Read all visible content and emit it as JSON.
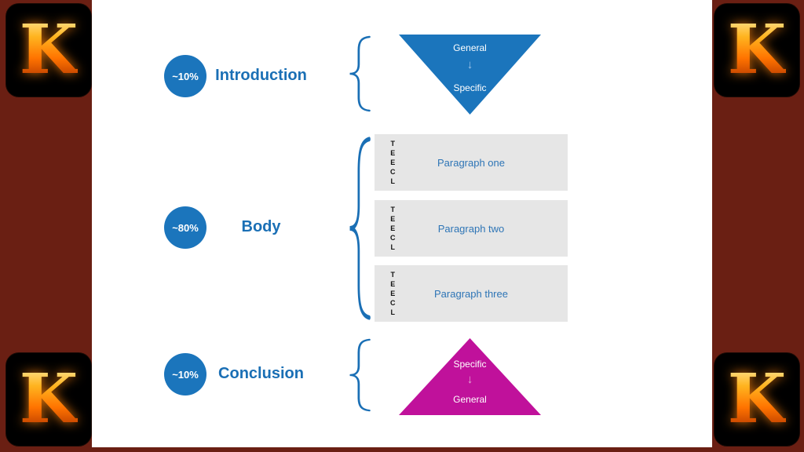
{
  "slide": {
    "background_color": "#6a1f13",
    "panel_color": "#ffffff",
    "accent_blue": "#1b75bc",
    "accent_magenta": "#c0119b",
    "box_gray": "#e6e6e6",
    "paragraph_text_color": "#2e75b6"
  },
  "logo": {
    "letter": "K"
  },
  "intro": {
    "percent": "~10%",
    "label": "Introduction",
    "triangle": {
      "top": "General",
      "arrow": "↓",
      "bottom": "Specific"
    }
  },
  "body": {
    "percent": "~80%",
    "label": "Body",
    "paragraphs": [
      {
        "tag": "T\nE\nE\nC\nL",
        "label": "Paragraph one"
      },
      {
        "tag": "T\nE\nE\nC\nL",
        "label": "Paragraph two"
      },
      {
        "tag": "T\nE\nE\nC\nL",
        "label": "Paragraph three"
      }
    ]
  },
  "conclusion": {
    "percent": "~10%",
    "label": "Conclusion",
    "triangle": {
      "top": "Specific",
      "arrow": "↓",
      "bottom": "General"
    }
  }
}
